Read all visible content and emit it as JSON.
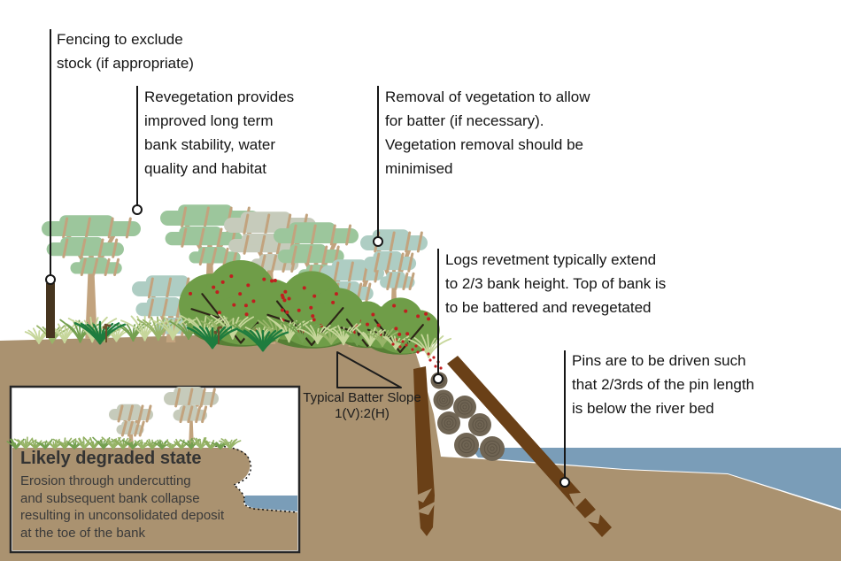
{
  "annotations": {
    "fencing": "Fencing to exclude\nstock (if appropriate)",
    "revegetation": "Revegetation provides\nimproved long term\nbank stability, water\nquality and habitat",
    "removal": "Removal of vegetation to allow\nfor batter (if necessary).\nVegetation removal should be\nminimised",
    "logs": "Logs revetment typically extend\nto 2/3 bank height. Top of bank is\nto be battered and revegetated",
    "pins": "Pins are to be driven such\nthat 2/3rds of the pin length\nis below the river bed"
  },
  "batter_label": {
    "line1": "Typical Batter Slope",
    "line2": "1(V):2(H)"
  },
  "inset": {
    "title": "Likely degraded state",
    "body": "Erosion through undercutting\nand subsequent bank collapse\nresulting in unconsolidated deposit\nat the toe of the bank"
  },
  "colors": {
    "soil": "#aa9270",
    "water": "#7a9db8",
    "pin": "#6a4017",
    "fence_post": "#46351f",
    "log": "#706554",
    "log_ring": "#5e5445",
    "trunk": "#c2a37e",
    "canopy_sage": "#9cc69c",
    "canopy_gray": "#c6cbbb",
    "canopy_blue": "#aecdc3",
    "bush": "#6f9d48",
    "bush_dark": "#567f35",
    "berry": "#c01f1f",
    "branch": "#2d2517",
    "grass_light": "#c6d69a",
    "grass_mid": "#97b468",
    "grass_dark": "#74a050",
    "fern": "#1e7c3e",
    "stalk": "#6d4f2c",
    "line": "#161616",
    "inset_border": "#262626"
  }
}
